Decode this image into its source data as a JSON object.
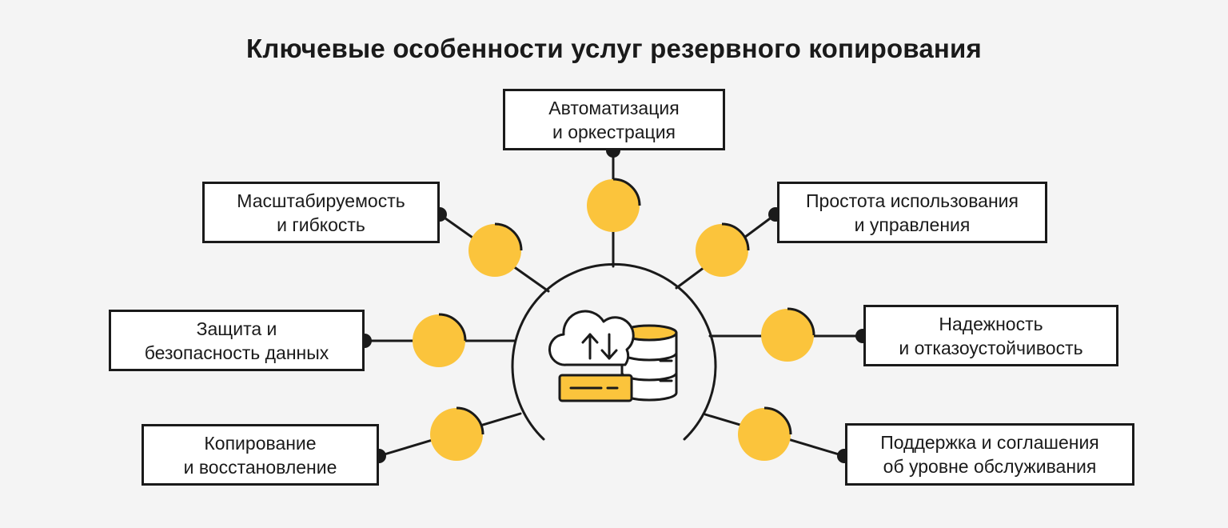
{
  "title": "Ключевые особенности услуг резервного копирования",
  "features": [
    {
      "line1": "Автоматизация",
      "line2": "и оркестрация"
    },
    {
      "line1": "Масштабируемость",
      "line2": "и гибкость"
    },
    {
      "line1": "Простота использования",
      "line2": "и управления"
    },
    {
      "line1": "Защита и",
      "line2": "безопасность данных"
    },
    {
      "line1": "Надежность",
      "line2": "и отказоустойчивость"
    },
    {
      "line1": "Копирование",
      "line2": "и восстановление"
    },
    {
      "line1": "Поддержка и соглашения",
      "line2": "об уровне обслуживания"
    }
  ],
  "colors": {
    "accent": "#fbc43c",
    "line": "#1a1a1a",
    "background": "#f4f4f4",
    "box": "#ffffff"
  },
  "center_icon": "cloud-sync-database-server-icon"
}
